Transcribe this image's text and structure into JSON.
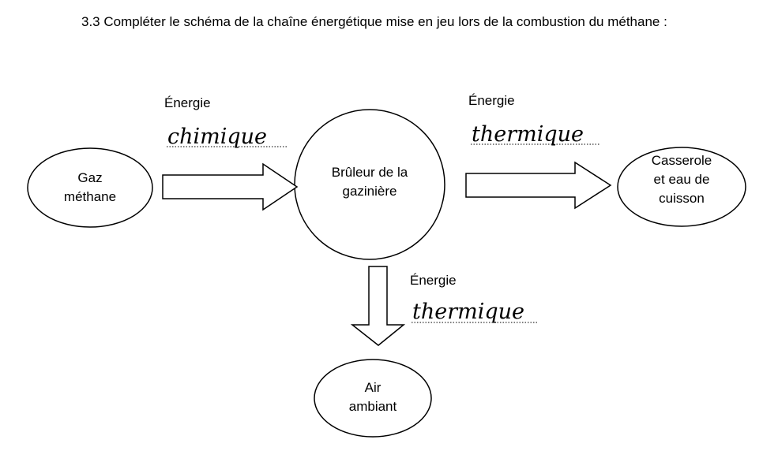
{
  "question": {
    "text": "3.3 Compléter le schéma de la chaîne énergétique mise en jeu lors de la combustion du méthane :"
  },
  "nodes": {
    "gaz": [
      "Gaz",
      "méthane"
    ],
    "bruleur": [
      "Brûleur de la",
      "gazinière"
    ],
    "casserole": [
      "Casserole",
      "et eau de",
      "cuisson"
    ],
    "air": [
      "Air",
      "ambiant"
    ]
  },
  "transfers": {
    "left": {
      "label": "Énergie",
      "answer": "chimique"
    },
    "right": {
      "label": "Énergie",
      "answer": "thermique"
    },
    "down": {
      "label": "Énergie",
      "answer": "thermique"
    }
  }
}
